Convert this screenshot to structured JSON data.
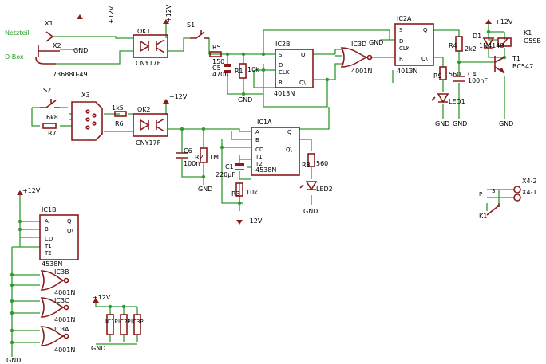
{
  "nets": {
    "v12": "+12V",
    "gnd": "GND",
    "netzteil": "Netzteil",
    "dbox": "D-Box"
  },
  "parts": {
    "x1": "X1",
    "x2": "X2",
    "x2_part": "736880-49",
    "ok1": "OK1",
    "ok1_part": "CNY17F",
    "ok2": "OK2",
    "ok2_part": "CNY17F",
    "s1": "S1",
    "s2": "S2",
    "r5": "R5",
    "r5_val": "150",
    "c5": "C5",
    "c5_val": "470n",
    "r1": "R1",
    "r1_val": "10k",
    "ic2b": "IC2B",
    "ic2b_part": "4013N",
    "ic3d": "IC3D",
    "ic3d_part": "4001N",
    "ic2a": "IC2A",
    "ic2a_part": "4013N",
    "r4": "R4",
    "r4_val": "2k2",
    "d1": "D1",
    "d1_part": "1N4148",
    "k1": "K1",
    "k1_part": "G5SB",
    "t1": "T1",
    "t1_part": "BC547",
    "r9": "R9",
    "r9_val": "560",
    "c4": "C4",
    "c4_val": "100nF",
    "led1": "LED1",
    "x3": "X3",
    "r6": "R6",
    "r6_val": "1k5",
    "r7": "R7",
    "r7_val": "6k8",
    "ic1a": "IC1A",
    "ic1a_part": "4538N",
    "c6": "C6",
    "c6_val": "100n",
    "r2": "R2",
    "r2_val": "1M",
    "c1": "C1",
    "c1_val": "220µF",
    "r3": "R3",
    "r3_val": "10k",
    "r8": "R8",
    "r8_val": "560",
    "led2": "LED2",
    "ic1b": "IC1B",
    "ic1b_part": "4538N",
    "ic3b": "IC3B",
    "ic3b_part": "4001N",
    "ic3c": "IC3C",
    "ic3c_part": "4001N",
    "ic3a": "IC3A",
    "ic3a_part": "4001N",
    "ic1p": "IC1P",
    "ic2p": "IC2P",
    "ic3p": "IC3P",
    "x4": "X4",
    "x4_2": "X4-2",
    "x4_1": "X4-1"
  },
  "pins": {
    "ff": {
      "s": "S",
      "d": "D",
      "clk": "CLK",
      "r": "R",
      "q": "Q",
      "qn": "Q\\"
    },
    "mono": {
      "a": "A",
      "b": "B",
      "cd": "CD",
      "t1": "T1",
      "t2": "T2",
      "q": "Q",
      "qn": "Q\\"
    },
    "k1_p": "P",
    "k1_s": "S"
  }
}
